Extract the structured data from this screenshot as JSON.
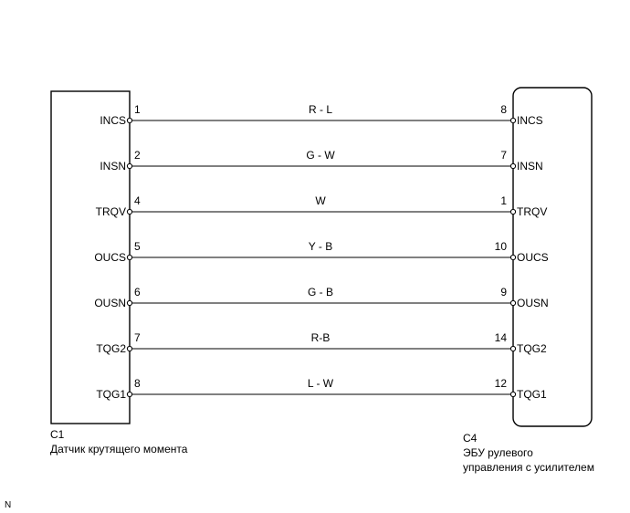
{
  "left_connector": {
    "id": "C1",
    "name": "Датчик крутящего момента"
  },
  "right_connector": {
    "id": "C4",
    "name_line1": "ЭБУ рулевого",
    "name_line2": "управления с усилителем"
  },
  "wires": [
    {
      "left_terminal": "INCS",
      "left_pin": "1",
      "color": "R - L",
      "right_pin": "8",
      "right_terminal": "INCS"
    },
    {
      "left_terminal": "INSN",
      "left_pin": "2",
      "color": "G - W",
      "right_pin": "7",
      "right_terminal": "INSN"
    },
    {
      "left_terminal": "TRQV",
      "left_pin": "4",
      "color": "W",
      "right_pin": "1",
      "right_terminal": "TRQV"
    },
    {
      "left_terminal": "OUCS",
      "left_pin": "5",
      "color": "Y - B",
      "right_pin": "10",
      "right_terminal": "OUCS"
    },
    {
      "left_terminal": "OUSN",
      "left_pin": "6",
      "color": "G - B",
      "right_pin": "9",
      "right_terminal": "OUSN"
    },
    {
      "left_terminal": "TQG2",
      "left_pin": "7",
      "color": "R-B",
      "right_pin": "14",
      "right_terminal": "TQG2"
    },
    {
      "left_terminal": "TQG1",
      "left_pin": "8",
      "color": "L - W",
      "right_pin": "12",
      "right_terminal": "TQG1"
    }
  ],
  "corner_mark": "N"
}
